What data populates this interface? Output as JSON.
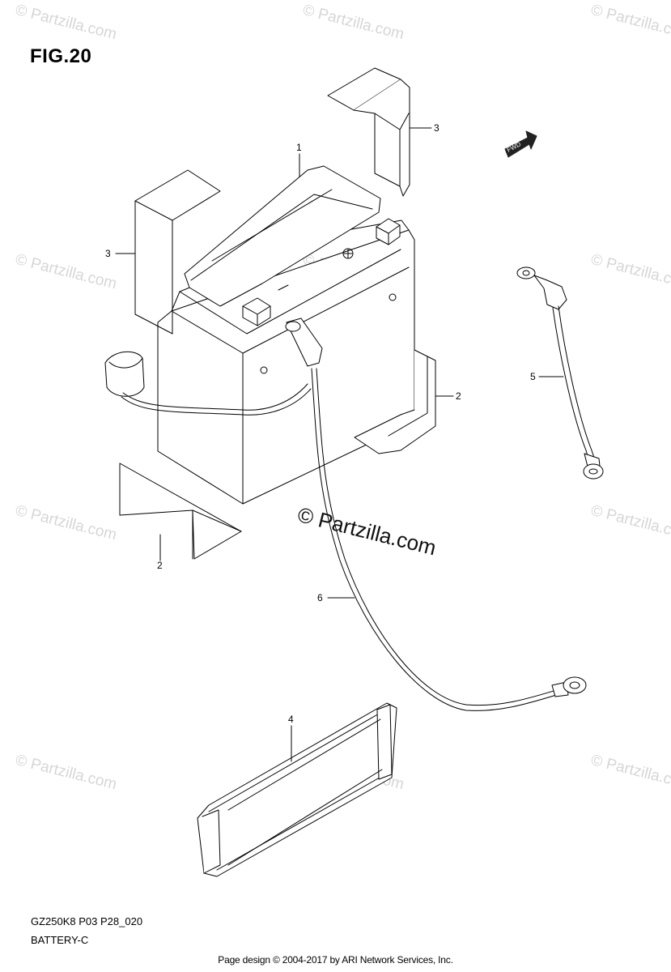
{
  "figure": {
    "title": "FIG.20",
    "model_code": "GZ250K8 P03 P28_020",
    "section": "BATTERY-C"
  },
  "watermark": {
    "text": "© Partzilla.com",
    "center_text": "© Partzilla.com"
  },
  "forward_marker": "FWD",
  "callouts": {
    "battery": "1",
    "bracket_top": "3",
    "cover_left": "3",
    "bracket_right": "2",
    "bracket_bottom": "2",
    "cable_right": "5",
    "cable_center": "6",
    "strap": "4"
  },
  "credit": "Page design © 2004-2017 by ARI Network Services, Inc."
}
